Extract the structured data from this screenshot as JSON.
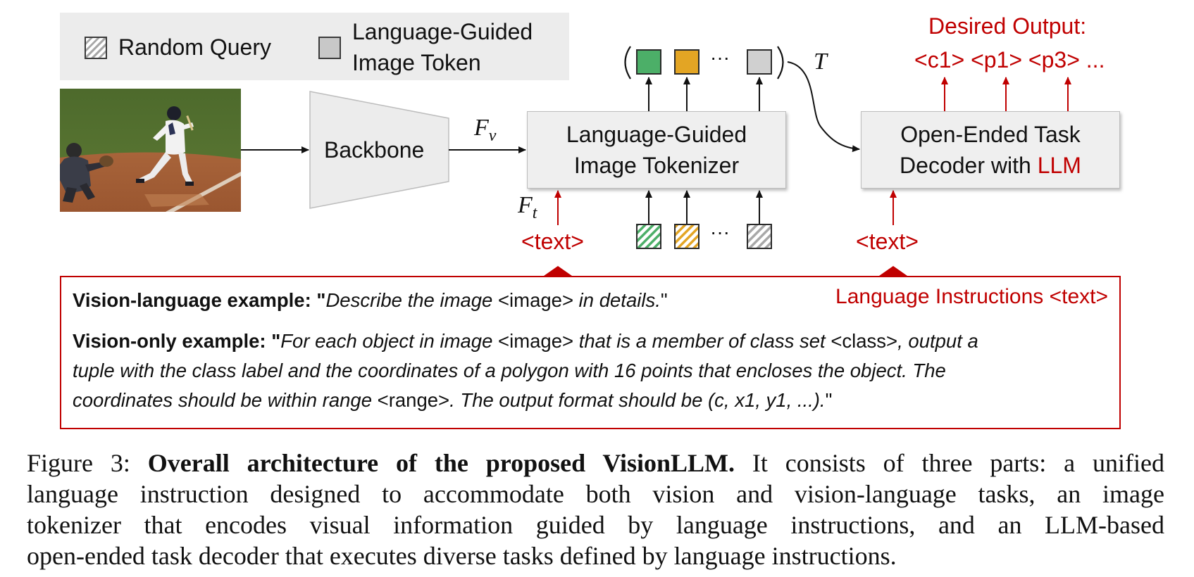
{
  "legend": {
    "random_query": "Random Query",
    "lang_token_line1": "Language-Guided",
    "lang_token_line2": "Image Token"
  },
  "backbone": {
    "label": "Backbone"
  },
  "features": {
    "fv_base": "F",
    "fv_sub": "v",
    "ft_base": "F",
    "ft_sub": "t"
  },
  "tokenizer": {
    "line1": "Language-Guided",
    "line2": "Image Tokenizer"
  },
  "decoder": {
    "line1": "Open-Ended Task",
    "line2_prefix": "Decoder with ",
    "line2_llm": "LLM"
  },
  "token_T": "T",
  "ellipsis": "···",
  "desired_output": {
    "title": "Desired Output:",
    "tokens": "<c1> <p1> <p3> ..."
  },
  "text_input_left": "<text>",
  "text_input_right": "<text>",
  "instructions": {
    "label": "Language Instructions <text>",
    "vl_bold": "Vision-language example: \"",
    "vl_it1": "Describe the image ",
    "vl_tag": "<image>",
    "vl_it2": " in details.",
    "vl_end": "\"",
    "vo_bold": "Vision-only example: \"",
    "vo_it1": "For each object in image ",
    "vo_tag1": "<image>",
    "vo_it2": " that is a member of class set ",
    "vo_tag2": "<class>",
    "vo_it3": ", output a",
    "vo_line2": "tuple with the class label and the coordinates of a polygon with 16 points that encloses the object.  The",
    "vo_line3_it": "coordinates should be within range ",
    "vo_line3_tag": "<range>",
    "vo_line3_it2": ". The output format should be (c, x1, y1, ...).",
    "vo_line3_end": "\""
  },
  "caption": {
    "prefix": "Figure 3:  ",
    "bold": "Overall architecture of the proposed VisionLLM.",
    "line1_rest": " It consists of three parts: a unified",
    "line2": "language instruction designed to accommodate both vision and vision-language tasks, an image",
    "line3": "tokenizer that encodes visual information guided by language instructions, and an LLM-based",
    "line4": "open-ended task decoder that executes diverse tasks defined by language instructions."
  },
  "colors": {
    "accent_red": "#c00000",
    "token_green": "#4caf68",
    "token_orange": "#e3a524",
    "token_gray": "#d0d0d0",
    "legend_bg": "#ececec",
    "block_bg": "#efefef"
  }
}
